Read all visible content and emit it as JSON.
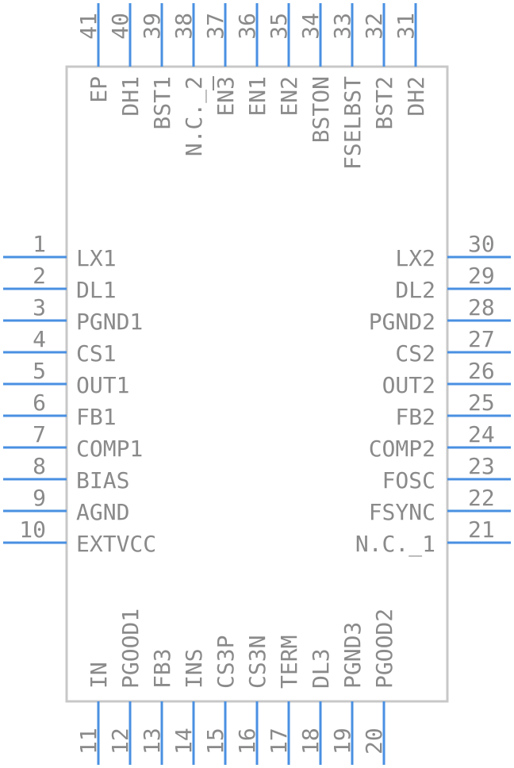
{
  "colors": {
    "pin": "#4a90e2",
    "body": "#c8c8c8",
    "text": "#8a8a8a"
  },
  "pins": {
    "left": [
      {
        "num": "1",
        "name": "LX1"
      },
      {
        "num": "2",
        "name": "DL1"
      },
      {
        "num": "3",
        "name": "PGND1"
      },
      {
        "num": "4",
        "name": "CS1"
      },
      {
        "num": "5",
        "name": "OUT1"
      },
      {
        "num": "6",
        "name": "FB1"
      },
      {
        "num": "7",
        "name": "COMP1"
      },
      {
        "num": "8",
        "name": "BIAS"
      },
      {
        "num": "9",
        "name": "AGND"
      },
      {
        "num": "10",
        "name": "EXTVCC"
      }
    ],
    "right": [
      {
        "num": "30",
        "name": "LX2"
      },
      {
        "num": "29",
        "name": "DL2"
      },
      {
        "num": "28",
        "name": "PGND2"
      },
      {
        "num": "27",
        "name": "CS2"
      },
      {
        "num": "26",
        "name": "OUT2"
      },
      {
        "num": "25",
        "name": "FB2"
      },
      {
        "num": "24",
        "name": "COMP2"
      },
      {
        "num": "23",
        "name": "FOSC"
      },
      {
        "num": "22",
        "name": "FSYNC"
      },
      {
        "num": "21",
        "name": "N.C._1"
      }
    ],
    "bottom": [
      {
        "num": "11",
        "name": "IN"
      },
      {
        "num": "12",
        "name": "PGOOD1"
      },
      {
        "num": "13",
        "name": "FB3"
      },
      {
        "num": "14",
        "name": "INS"
      },
      {
        "num": "15",
        "name": "CS3P"
      },
      {
        "num": "16",
        "name": "CS3N"
      },
      {
        "num": "17",
        "name": "TERM"
      },
      {
        "num": "18",
        "name": "DL3"
      },
      {
        "num": "19",
        "name": "PGND3"
      },
      {
        "num": "20",
        "name": "PGOOD2"
      }
    ],
    "top": [
      {
        "num": "41",
        "name": "EP"
      },
      {
        "num": "40",
        "name": "DH1"
      },
      {
        "num": "39",
        "name": "BST1"
      },
      {
        "num": "38",
        "name": "N.C._2"
      },
      {
        "num": "37",
        "name": "EN3",
        "overbar": true
      },
      {
        "num": "36",
        "name": "EN1"
      },
      {
        "num": "35",
        "name": "EN2"
      },
      {
        "num": "34",
        "name": "BSTON"
      },
      {
        "num": "33",
        "name": "FSELBST"
      },
      {
        "num": "32",
        "name": "BST2"
      },
      {
        "num": "31",
        "name": "DH2"
      }
    ]
  }
}
